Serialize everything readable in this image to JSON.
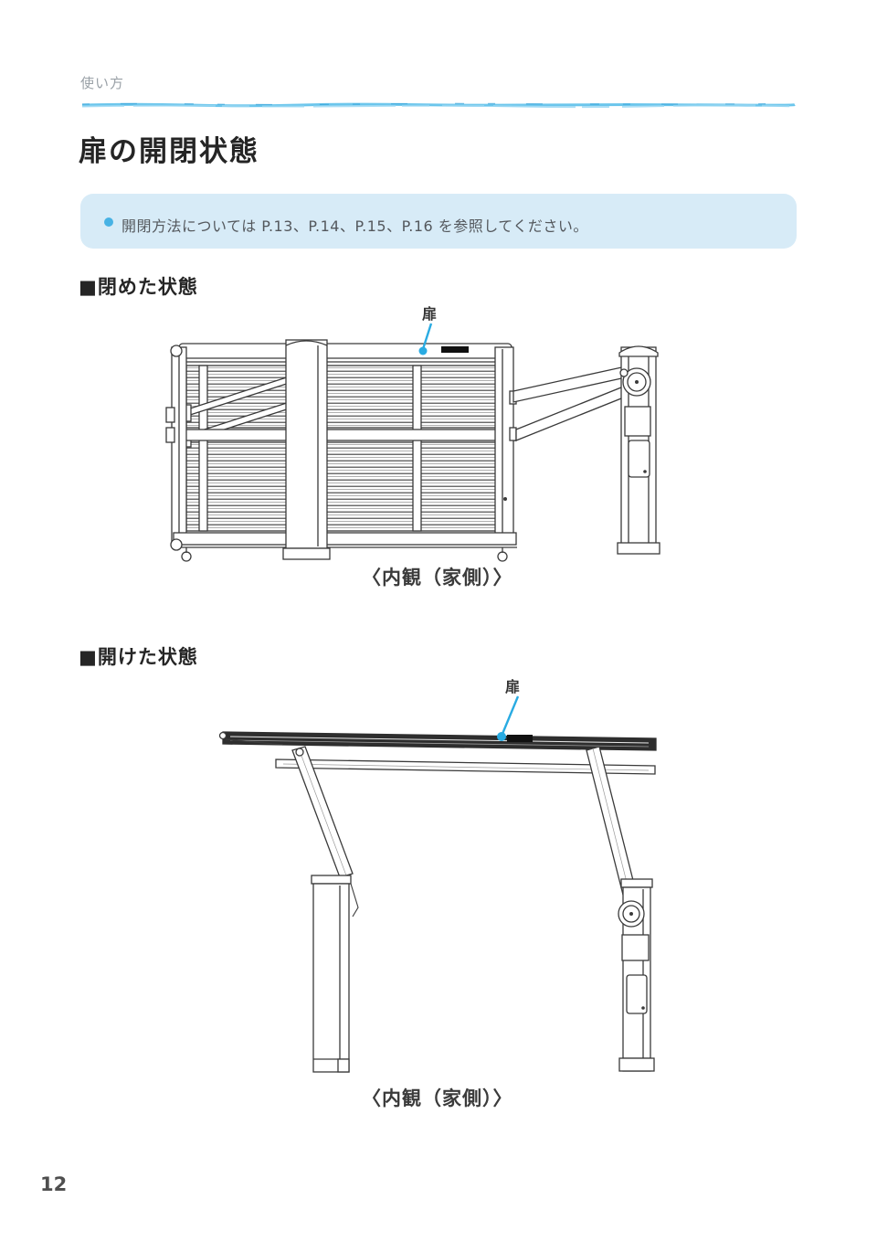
{
  "page": {
    "section_label": "使い方",
    "title": "扉の開閉状態",
    "number": "12"
  },
  "note": {
    "text": "開閉方法については P.13、P.14、P.15、P.16 を参照してください。"
  },
  "sections": [
    {
      "heading": "■閉めた状態",
      "part_label": "扉",
      "caption": "〈内観（家側）〉"
    },
    {
      "heading": "■開けた状態",
      "part_label": "扉",
      "caption": "〈内観（家側）〉"
    }
  ],
  "colors": {
    "accent_blue": "#29abe2",
    "brush_blue": "#5cc0ea",
    "note_bg": "#d7ebf7",
    "note_bullet": "#47b2e4",
    "line_art": "#3a3a3a"
  }
}
